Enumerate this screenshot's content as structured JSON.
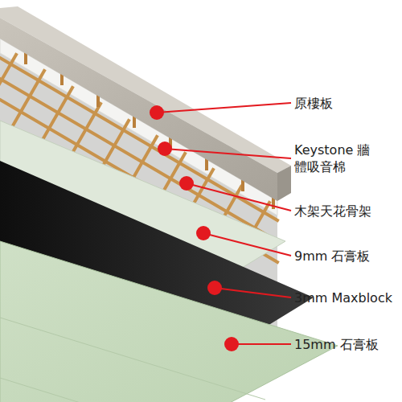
{
  "diagram": {
    "labels": [
      "原樓板",
      "Keystone 牆體吸音棉",
      "木架天花骨架",
      "9mm 石膏板",
      "3mm Maxblock",
      "15mm 石膏板"
    ]
  }
}
